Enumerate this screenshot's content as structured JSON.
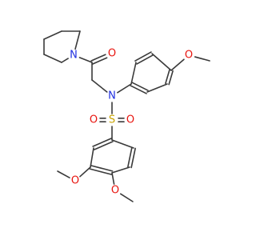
{
  "molecule": {
    "colors": {
      "bond": "#3a3a3a",
      "N": "#1f2fe0",
      "O": "#e8140e",
      "S": "#c8a400"
    },
    "atoms": [
      {
        "id": "pipN",
        "label": "N",
        "element": "N"
      },
      {
        "id": "ketO",
        "label": "O",
        "element": "O"
      },
      {
        "id": "amineN",
        "label": "N",
        "element": "N"
      },
      {
        "id": "paraO",
        "label": "O",
        "element": "O"
      },
      {
        "id": "sulfS",
        "label": "S",
        "element": "S"
      },
      {
        "id": "sulfO1",
        "label": "O",
        "element": "O"
      },
      {
        "id": "sulfO2",
        "label": "O",
        "element": "O"
      },
      {
        "id": "metaO",
        "label": "O",
        "element": "O"
      },
      {
        "id": "para2O",
        "label": "O",
        "element": "O"
      }
    ]
  }
}
